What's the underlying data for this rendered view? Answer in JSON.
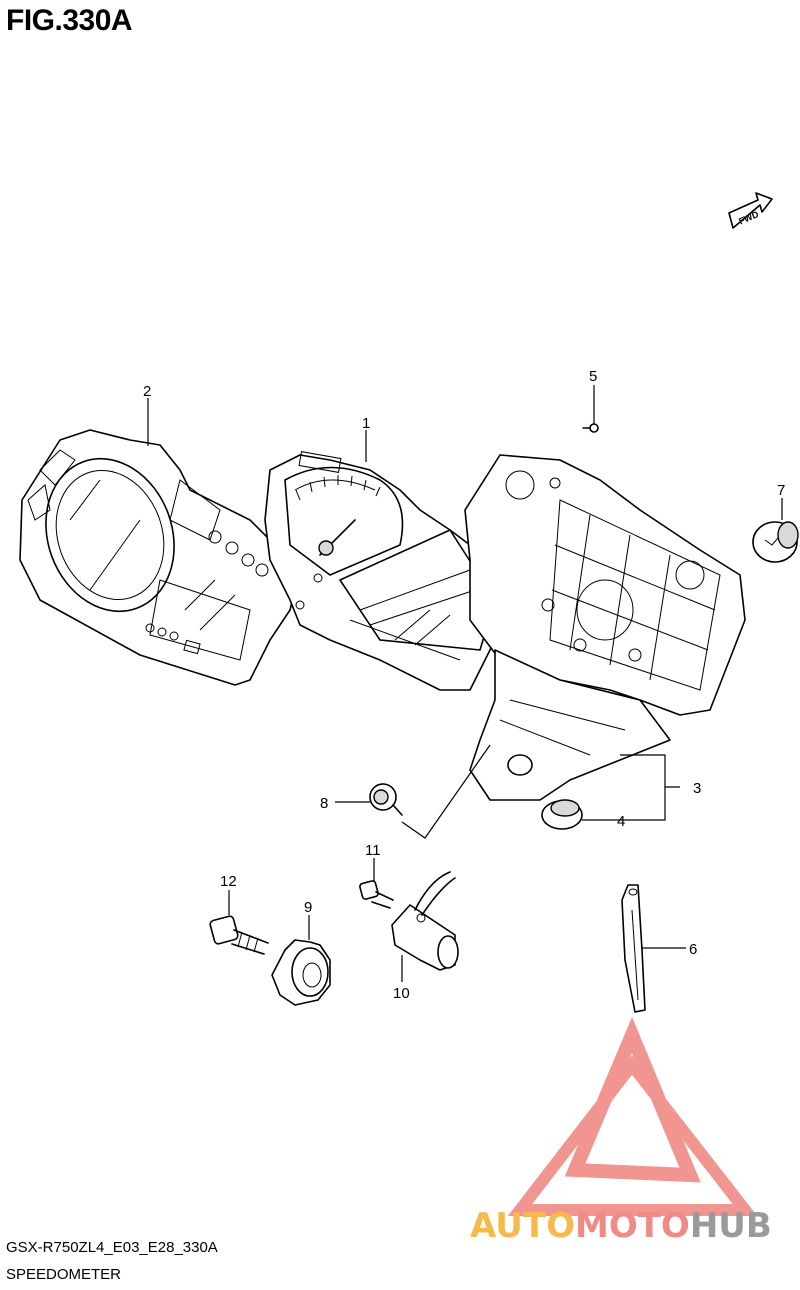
{
  "figure": {
    "title": "FIG.330A",
    "model_code": "GSX-R750ZL4_E03_E28_330A",
    "name": "SPEEDOMETER",
    "fwd_label": "FWD"
  },
  "callouts": [
    "1",
    "2",
    "3",
    "4",
    "5",
    "6",
    "7",
    "8",
    "9",
    "10",
    "11",
    "12"
  ],
  "watermark": {
    "part1": "AUTO",
    "part2": "MOTO",
    "part3": "HUB",
    "colors": {
      "part1": "#f7b94c",
      "part2": "#f08a86",
      "part3": "#9a9a9a",
      "logo": "#f08a86"
    },
    "logo_icon": "triangle-logo-icon"
  }
}
